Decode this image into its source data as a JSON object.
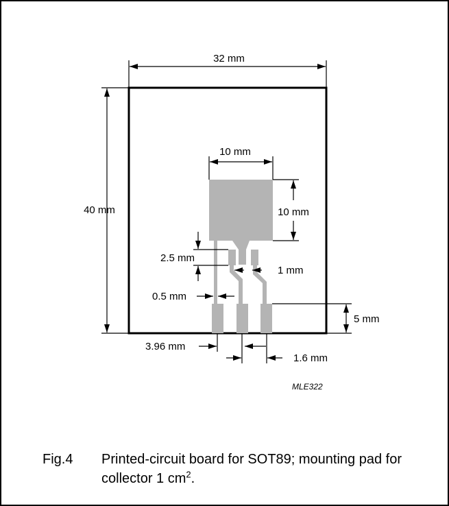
{
  "figure": {
    "dimensions": {
      "board_width": "32 mm",
      "board_height": "40 mm",
      "pad_width": "10 mm",
      "pad_height": "10 mm",
      "lead_pad_length": "2.5 mm",
      "lead_spacing": "1 mm",
      "trace_width": "0.5 mm",
      "edge_offset": "3.96 mm",
      "pin_pitch": "1.6 mm",
      "finger_length": "5 mm"
    },
    "code": "MLE322"
  },
  "caption": {
    "label": "Fig.4",
    "text": "Printed-circuit board for SOT89; mounting pad for collector 1 cm",
    "superscript": "2",
    "suffix": "."
  },
  "colors": {
    "copper": "#b4b4b4",
    "line": "#000000"
  }
}
